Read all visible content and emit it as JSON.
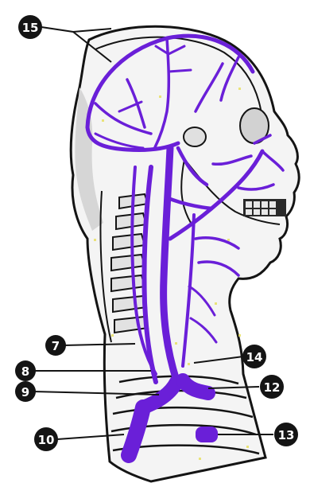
{
  "colors": {
    "vein": "#6a1fd8",
    "outline": "#141414",
    "skin_shade": "#cfcfcf",
    "speckle": "#e7df5a",
    "badge_fill": "#141414",
    "badge_text": "#ffffff"
  },
  "callouts": [
    {
      "id": "c15",
      "text": "15"
    },
    {
      "id": "c7",
      "text": "7"
    },
    {
      "id": "c8",
      "text": "8"
    },
    {
      "id": "c9",
      "text": "9"
    },
    {
      "id": "c10",
      "text": "10"
    },
    {
      "id": "c14",
      "text": "14"
    },
    {
      "id": "c12",
      "text": "12"
    },
    {
      "id": "c13",
      "text": "13"
    }
  ]
}
